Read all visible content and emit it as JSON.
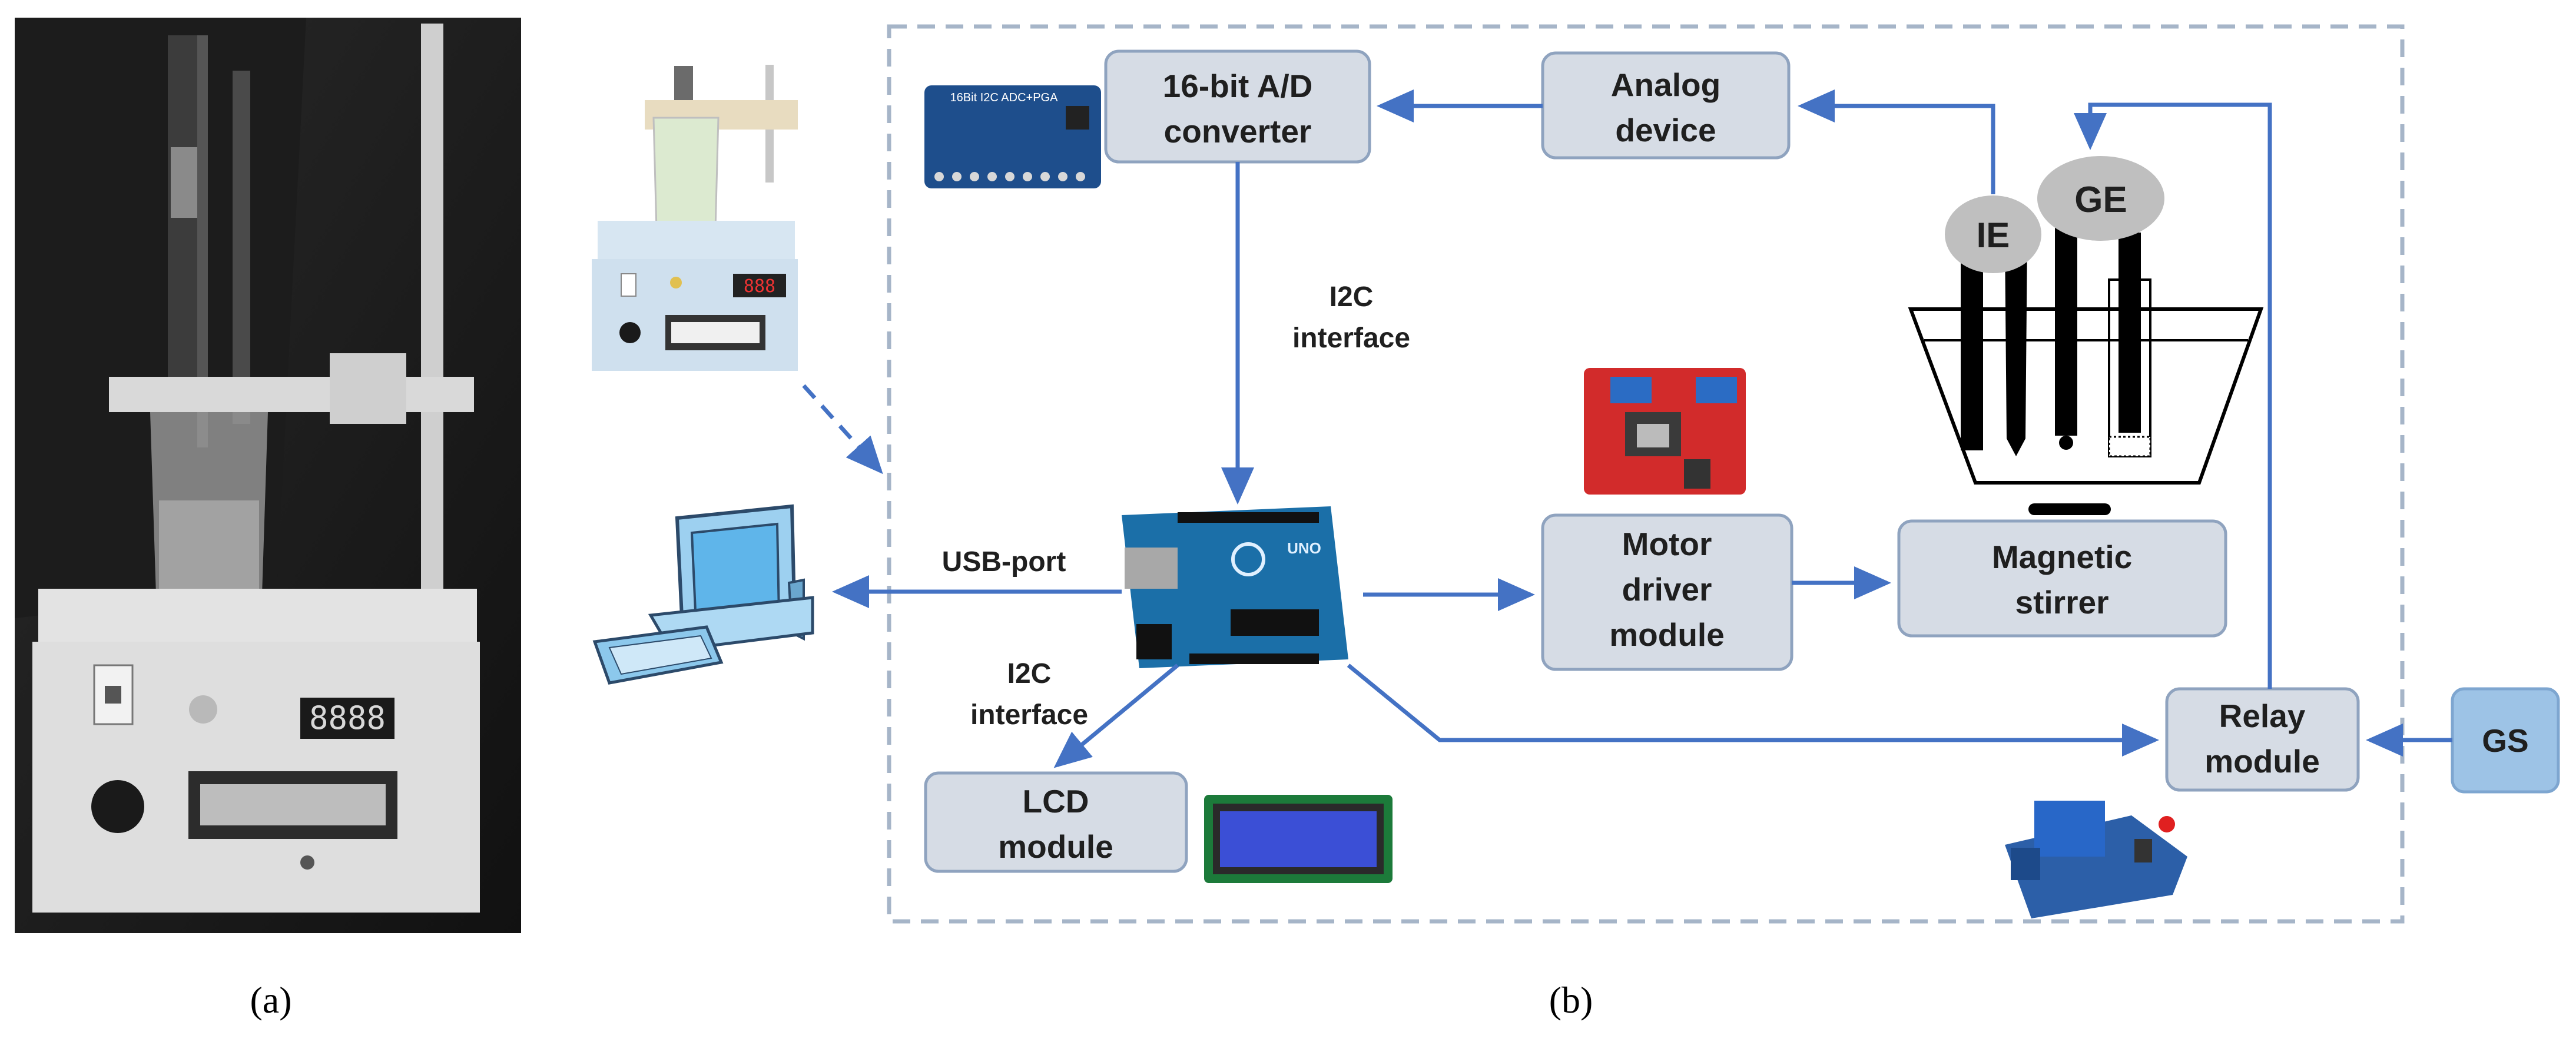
{
  "panels": {
    "a_label": "(a)",
    "b_label": "(b)"
  },
  "blocks": {
    "adc": [
      "16-bit A/D",
      "converter"
    ],
    "analog": [
      "Analog",
      "device"
    ],
    "lcd": [
      "LCD",
      "module"
    ],
    "motor": [
      "Motor",
      "driver",
      "module"
    ],
    "stirrer": [
      "Magnetic",
      "stirrer"
    ],
    "relay": [
      "Relay",
      "module"
    ],
    "gs": "GS"
  },
  "electrodes": {
    "ie": "IE",
    "ge": "GE"
  },
  "edge_labels": {
    "i2c_top": [
      "I2C",
      "interface"
    ],
    "usb": "USB-port",
    "i2c_bottom": [
      "I2C",
      "interface"
    ]
  },
  "device_readout": "8888",
  "adc_board_text": "16Bit I2C ADC+PGA",
  "arduino_text": "UNO",
  "colors": {
    "block_fill": "#d6dce5",
    "block_stroke": "#8fa3bf",
    "gs_fill": "#9dc3e6",
    "arrow": "#4472c4",
    "dashed_border": "#a6b5c8"
  }
}
